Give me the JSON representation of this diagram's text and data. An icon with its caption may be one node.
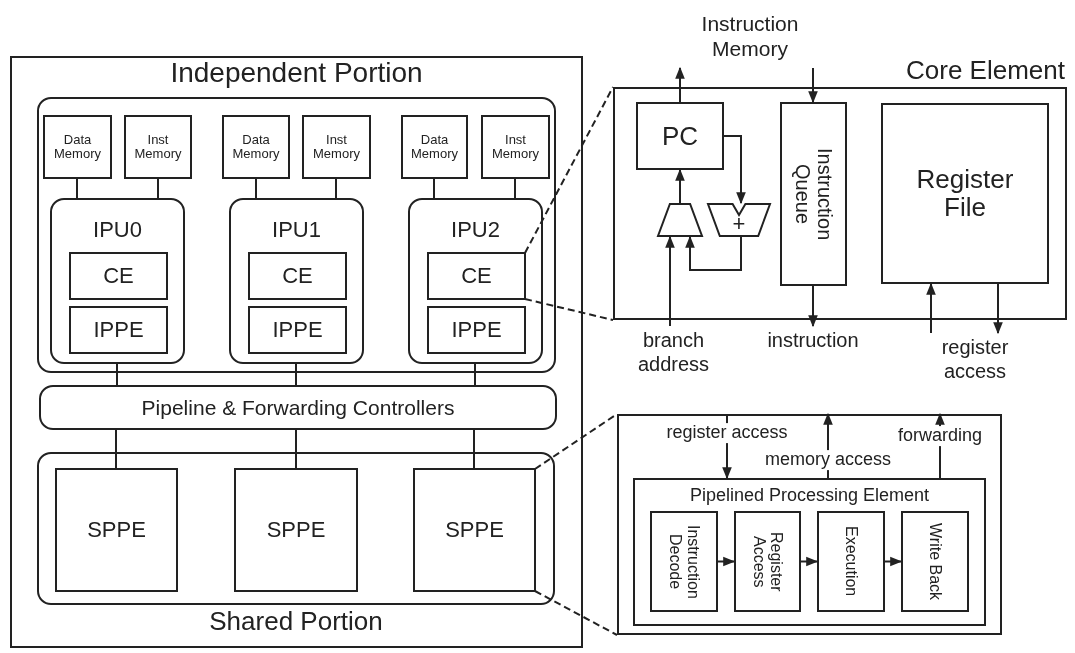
{
  "diagram": {
    "nodes": [
      {
        "text": [
          "Independent Portion"
        ]
      },
      {
        "text": [],
        "shape": "box",
        "in": 0
      },
      {
        "text": [
          "Data Memory"
        ],
        "in": 1
      },
      {
        "text": [
          "Inst Memory"
        ],
        "in": 1
      },
      {
        "text": [
          "IPU0"
        ],
        "in": 1
      },
      {
        "text": [
          "CE"
        ],
        "in": 4
      },
      {
        "text": [
          "IPPE"
        ],
        "in": 4
      },
      {
        "text": [
          "Data Memory"
        ],
        "in": 1
      },
      {
        "text": [
          "Inst Memory"
        ],
        "in": 1
      },
      {
        "text": [
          "IPU1"
        ],
        "in": 1
      },
      {
        "text": [
          "CE"
        ],
        "in": 9
      },
      {
        "text": [
          "IPPE"
        ],
        "in": 9
      },
      {
        "text": [
          "Data Memory"
        ],
        "in": 1
      },
      {
        "text": [
          "Inst Memory"
        ],
        "in": 1
      },
      {
        "text": [
          "IPU2"
        ],
        "in": 1
      },
      {
        "text": [
          "CE"
        ],
        "in": 14
      },
      {
        "text": [
          "IPPE"
        ],
        "in": 14
      },
      {
        "text": [
          "Pipeline & Forwarding Controllers"
        ],
        "in": 0
      },
      {
        "text": [
          "Shared Portion"
        ],
        "in": 0
      },
      {
        "text": [
          "SPPE"
        ],
        "in": 18
      },
      {
        "text": [
          "SPPE"
        ],
        "in": 18
      },
      {
        "text": [
          "SPPE"
        ],
        "in": 18
      },
      {
        "text": [
          "Core Element"
        ]
      },
      {
        "text": [
          "PC"
        ],
        "in": 22
      },
      {
        "text": [],
        "shape": "trapezoid",
        "in": 22
      },
      {
        "text": [
          "+"
        ],
        "in": 22
      },
      {
        "text": [
          "Instruction Queue"
        ],
        "in": 22
      },
      {
        "text": [
          "Register File"
        ],
        "in": 22
      },
      {
        "text": [
          "Instruction Memory"
        ]
      },
      {
        "text": [
          "branch address"
        ]
      },
      {
        "text": [
          "instruction"
        ]
      },
      {
        "text": [
          "register access"
        ]
      },
      {
        "text": [],
        "shape": "box"
      },
      {
        "text": [
          "Pipelined Processing Element"
        ],
        "in": 32
      },
      {
        "text": [
          "Instruction Decode"
        ],
        "in": 33
      },
      {
        "text": [
          "Register Access"
        ],
        "in": 33
      },
      {
        "text": [
          "Execution"
        ],
        "in": 33
      },
      {
        "text": [
          "Write Back"
        ],
        "in": 33
      }
    ],
    "edges": [
      {
        "from": 2,
        "to": 4,
        "arrow": "none"
      },
      {
        "from": 3,
        "to": 4,
        "arrow": "none"
      },
      {
        "from": 7,
        "to": 9,
        "arrow": "none"
      },
      {
        "from": 8,
        "to": 9,
        "arrow": "none"
      },
      {
        "from": 12,
        "to": 14,
        "arrow": "none"
      },
      {
        "from": 13,
        "to": 14,
        "arrow": "none"
      },
      {
        "from": 4,
        "to": 17,
        "arrow": "none"
      },
      {
        "from": 9,
        "to": 17,
        "arrow": "none"
      },
      {
        "from": 14,
        "to": 17,
        "arrow": "none"
      },
      {
        "from": 17,
        "to": 19,
        "arrow": "none"
      },
      {
        "from": 17,
        "to": 20,
        "arrow": "none"
      },
      {
        "from": 17,
        "to": 21,
        "arrow": "none"
      },
      {
        "from": 15,
        "to": 22,
        "arrow": "none",
        "style": "dashed"
      },
      {
        "from": 15,
        "to": 22,
        "arrow": "none",
        "style": "dashed"
      },
      {
        "from": 21,
        "to": 32,
        "arrow": "none",
        "style": "dashed"
      },
      {
        "from": 21,
        "to": 32,
        "arrow": "none",
        "style": "dashed"
      },
      {
        "from": 23,
        "to": 28,
        "arrow": "to"
      },
      {
        "from": 28,
        "to": 26,
        "arrow": "to"
      },
      {
        "from": 23,
        "to": 25,
        "arrow": "to"
      },
      {
        "from": 25,
        "to": 24,
        "arrow": "to"
      },
      {
        "from": 24,
        "to": 23,
        "arrow": "to"
      },
      {
        "from": 29,
        "to": 24,
        "arrow": "to"
      },
      {
        "from": 26,
        "to": 30,
        "arrow": "to"
      },
      {
        "from": 31,
        "to": 27,
        "arrow": "to"
      },
      {
        "from": 27,
        "to": 31,
        "arrow": "to"
      },
      {
        "from": 32,
        "to": 33,
        "arrow": "to",
        "label": "register access"
      },
      {
        "from": 33,
        "to": 32,
        "arrow": "to",
        "label": "memory access"
      },
      {
        "from": 33,
        "to": 32,
        "arrow": "to",
        "label": "forwarding"
      },
      {
        "from": 34,
        "to": 35,
        "arrow": "to"
      },
      {
        "from": 35,
        "to": 36,
        "arrow": "to"
      },
      {
        "from": 36,
        "to": 37,
        "arrow": "to"
      }
    ]
  }
}
